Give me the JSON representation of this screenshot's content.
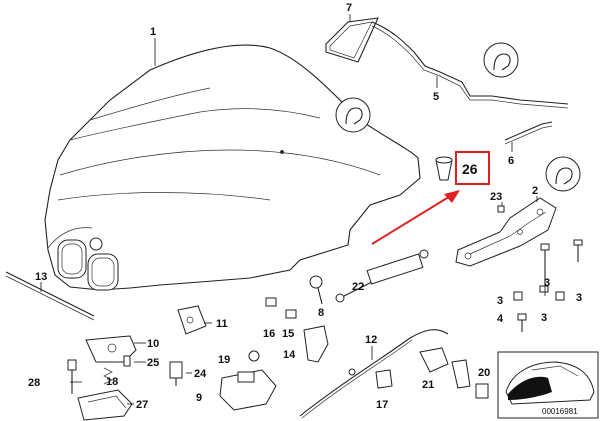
{
  "labels": {
    "p1": "1",
    "p2": "2",
    "p3": "3",
    "p4": "4",
    "p5": "5",
    "p6": "6",
    "p7": "7",
    "p8": "8",
    "p9": "9",
    "p10": "10",
    "p11": "11",
    "p12": "12",
    "p13": "13",
    "p14": "14",
    "p15": "15",
    "p16": "16",
    "p17": "17",
    "p18": "18",
    "p19": "19",
    "p20": "20",
    "p21": "21",
    "p22": "22",
    "p23": "23",
    "p24": "24",
    "p25": "25",
    "p26": "26",
    "p27": "27",
    "p28": "28"
  },
  "reference_number": "00016981",
  "colors": {
    "highlight": "#e02020",
    "arrow": "#e02020",
    "ink": "#222222"
  }
}
